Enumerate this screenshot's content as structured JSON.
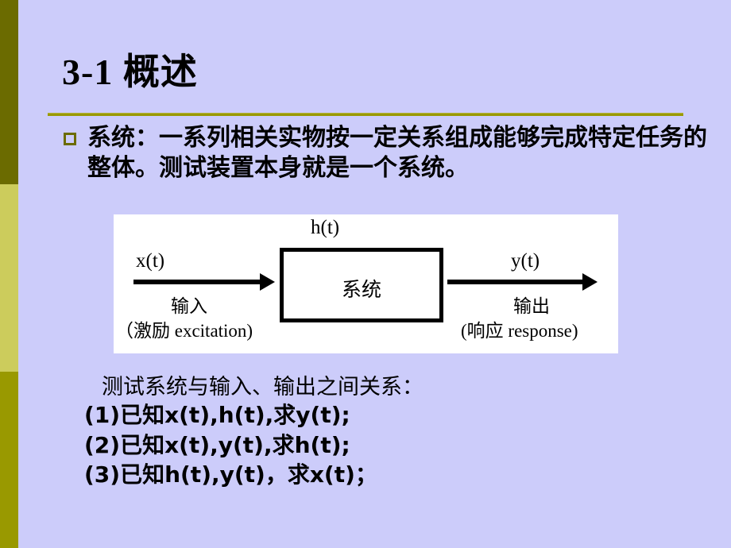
{
  "slide": {
    "background_color": "#ccccfa",
    "accent_colors": {
      "band_top": "#6b6b00",
      "band_mid": "#cccc5c",
      "band_bottom": "#999900",
      "rule": "#999900",
      "bullet_marker": "#6b6b00"
    },
    "title": "3-1 概述"
  },
  "bullet": {
    "marker": "hollow-square-bullet",
    "text": "系统：一系列相关实物按一定关系组成能够完成特定任务的整体。测试装置本身就是一个系统。"
  },
  "diagram": {
    "impulse_response_label": "h(t)",
    "input_signal_label": "x(t)",
    "output_signal_label": "y(t)",
    "input_cn_label": "输入",
    "output_cn_label": "输出",
    "input_paren_label": "（激励 excitation)",
    "output_paren_label": "(响应 response)",
    "system_box_label": "系统"
  },
  "bottom": {
    "heading": "测试系统与输入、输出之间关系：",
    "items": [
      "(1)已知x(t),h(t),求y(t);",
      "(2)已知x(t),y(t),求h(t);",
      "(3)已知h(t),y(t)，求x(t)；"
    ]
  }
}
